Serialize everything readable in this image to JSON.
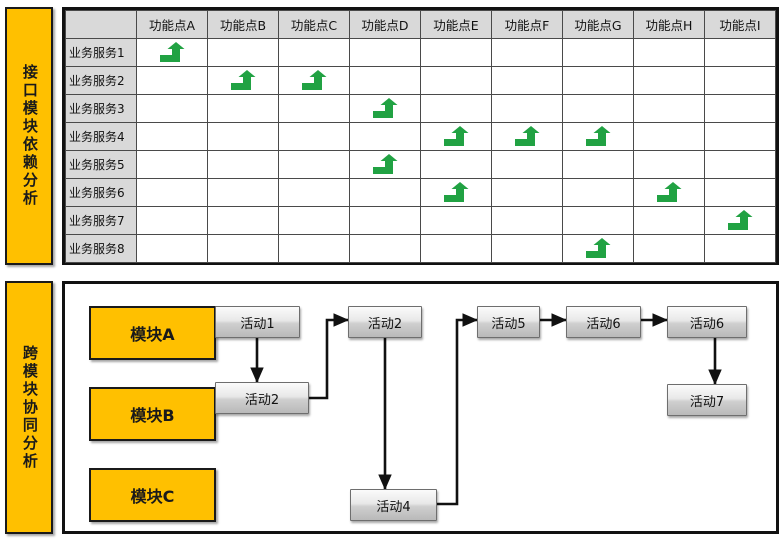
{
  "sections": {
    "matrix_section": {
      "banner_label": "接口模块依赖分析",
      "banner_color": "#FFC000"
    },
    "flow_section": {
      "banner_label": "跨模块协同分析",
      "banner_color": "#FFC000"
    }
  },
  "matrix": {
    "corner_label": "",
    "columns": [
      "功能点A",
      "功能点B",
      "功能点C",
      "功能点D",
      "功能点E",
      "功能点F",
      "功能点G",
      "功能点H",
      "功能点I"
    ],
    "rows": [
      {
        "label": "业务服务1",
        "marks": [
          1,
          0,
          0,
          0,
          0,
          0,
          0,
          0,
          0
        ]
      },
      {
        "label": "业务服务2",
        "marks": [
          0,
          1,
          1,
          0,
          0,
          0,
          0,
          0,
          0
        ]
      },
      {
        "label": "业务服务3",
        "marks": [
          0,
          0,
          0,
          1,
          0,
          0,
          0,
          0,
          0
        ]
      },
      {
        "label": "业务服务4",
        "marks": [
          0,
          0,
          0,
          0,
          1,
          1,
          1,
          0,
          0
        ]
      },
      {
        "label": "业务服务5",
        "marks": [
          0,
          0,
          0,
          1,
          0,
          0,
          0,
          0,
          0
        ]
      },
      {
        "label": "业务服务6",
        "marks": [
          0,
          0,
          0,
          0,
          1,
          0,
          0,
          1,
          0
        ]
      },
      {
        "label": "业务服务7",
        "marks": [
          0,
          0,
          0,
          0,
          0,
          0,
          0,
          0,
          1
        ]
      },
      {
        "label": "业务服务8",
        "marks": [
          0,
          0,
          0,
          0,
          0,
          0,
          1,
          0,
          0
        ]
      }
    ],
    "mark_icon": "green-up-arrow-icon",
    "mark_color": "#21A243",
    "header_bg": "#D9D9D9"
  },
  "flow": {
    "modules": [
      {
        "label": "模块A"
      },
      {
        "label": "模块B"
      },
      {
        "label": "模块C"
      }
    ],
    "activities": [
      {
        "id": "a1",
        "label": "活动1"
      },
      {
        "id": "a2b",
        "label": "活动2"
      },
      {
        "id": "a2t",
        "label": "活动2"
      },
      {
        "id": "a4",
        "label": "活动4"
      },
      {
        "id": "a5",
        "label": "活动5"
      },
      {
        "id": "a6a",
        "label": "活动6"
      },
      {
        "id": "a6b",
        "label": "活动6"
      },
      {
        "id": "a7",
        "label": "活动7"
      }
    ],
    "edges": [
      {
        "from": "a1",
        "to": "a2b"
      },
      {
        "from": "a2b",
        "to": "a2t"
      },
      {
        "from": "a2t",
        "to": "a4"
      },
      {
        "from": "a4",
        "to": "a5"
      },
      {
        "from": "a5",
        "to": "a6a"
      },
      {
        "from": "a6a",
        "to": "a6b"
      },
      {
        "from": "a6b",
        "to": "a7"
      }
    ]
  }
}
